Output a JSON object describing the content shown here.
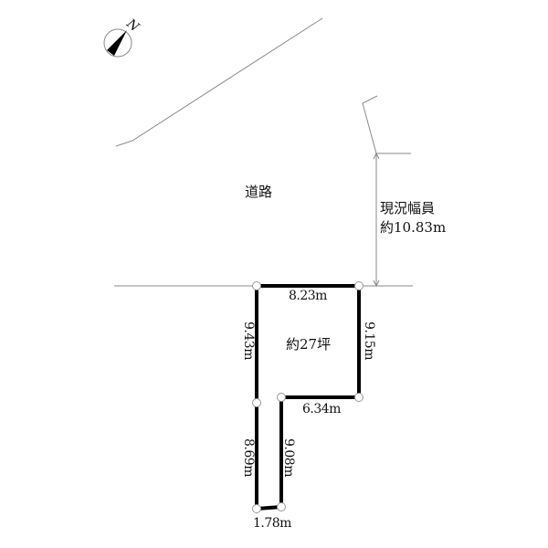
{
  "compass": {
    "label": "N",
    "icon": "north-arrow-icon"
  },
  "road": {
    "label": "道路"
  },
  "road_width": {
    "line1": "現況幅員",
    "line2": "約10.83m"
  },
  "lot": {
    "area_label": "約27坪",
    "dimensions": {
      "top": "8.23m",
      "right": "9.15m",
      "left_upper": "9.43m",
      "inner_step": "6.34m",
      "left_lower": "8.69m",
      "inner_right": "9.08m",
      "bottom": "1.78m"
    }
  },
  "colors": {
    "boundary": "#000000",
    "road_line": "#888888",
    "text": "#111111"
  }
}
